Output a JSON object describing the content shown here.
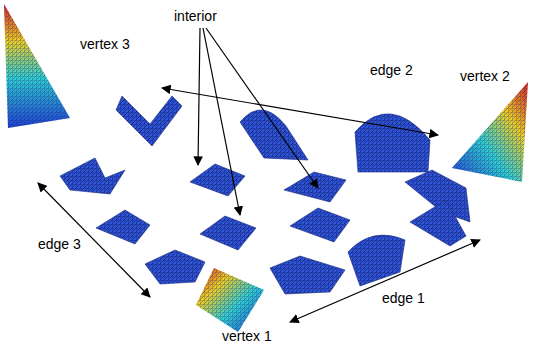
{
  "diagram": {
    "labels": [
      "interior",
      "vertex 3",
      "edge 2",
      "vertex 2",
      "edge 3",
      "edge 1",
      "vertex 1"
    ]
  }
}
